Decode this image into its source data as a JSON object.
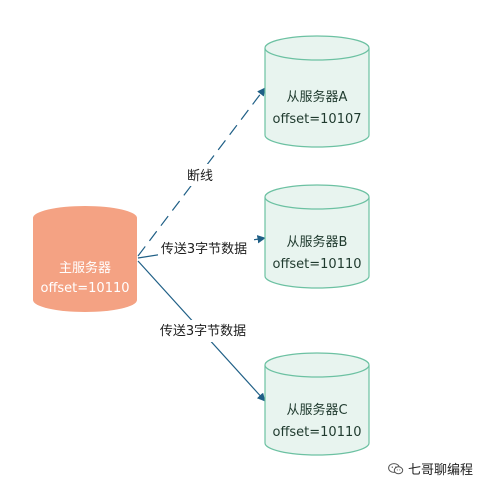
{
  "colors": {
    "master_fill": "#f4a283",
    "master_text": "#ffffff",
    "replica_fill": "#e8f4ef",
    "replica_stroke": "#6cc1a2",
    "replica_text": "#1f3a2e",
    "edge": "#1f5f86"
  },
  "master": {
    "name": "主服务器",
    "offset": "offset=10110"
  },
  "replicas": [
    {
      "name": "从服务器A",
      "offset": "offset=10107",
      "connection": "dashed"
    },
    {
      "name": "从服务器B",
      "offset": "offset=10110",
      "connection": "solid"
    },
    {
      "name": "从服务器C",
      "offset": "offset=10110",
      "connection": "solid"
    }
  ],
  "edges": {
    "to_a": "断线",
    "to_b": "传送3字节数据",
    "to_c": "传送3字节数据"
  },
  "watermark": {
    "icon": "wechat-icon",
    "text": "七哥聊编程"
  }
}
